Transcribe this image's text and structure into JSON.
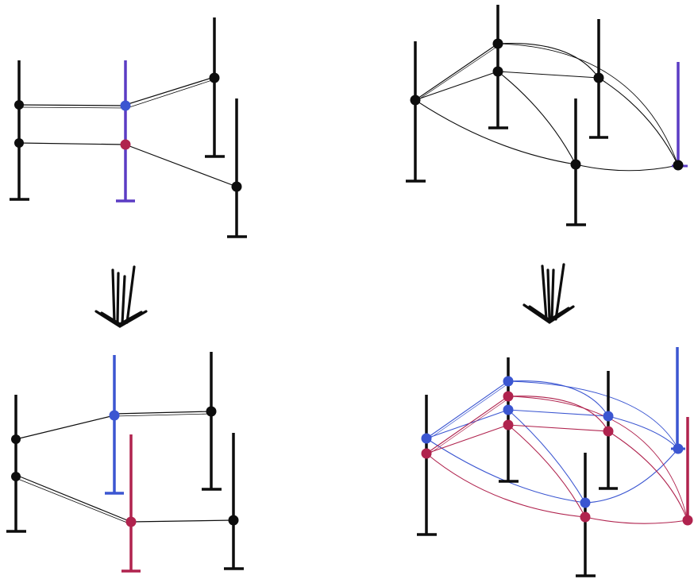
{
  "colors": {
    "black": "#0d0d0d",
    "purple": "#5b3cc4",
    "blue": "#3b56d1",
    "red": "#b0234e"
  },
  "panels": [
    {
      "id": "top-left",
      "description_hidden": true
    },
    {
      "id": "top-right",
      "description_hidden": true
    },
    {
      "id": "bottom-left",
      "description_hidden": true
    },
    {
      "id": "bottom-right",
      "description_hidden": true
    }
  ],
  "arrows": [
    {
      "id": "left-arrow",
      "icon": "double-down-arrow-icon"
    },
    {
      "id": "right-arrow",
      "icon": "double-down-arrow-icon"
    }
  ]
}
